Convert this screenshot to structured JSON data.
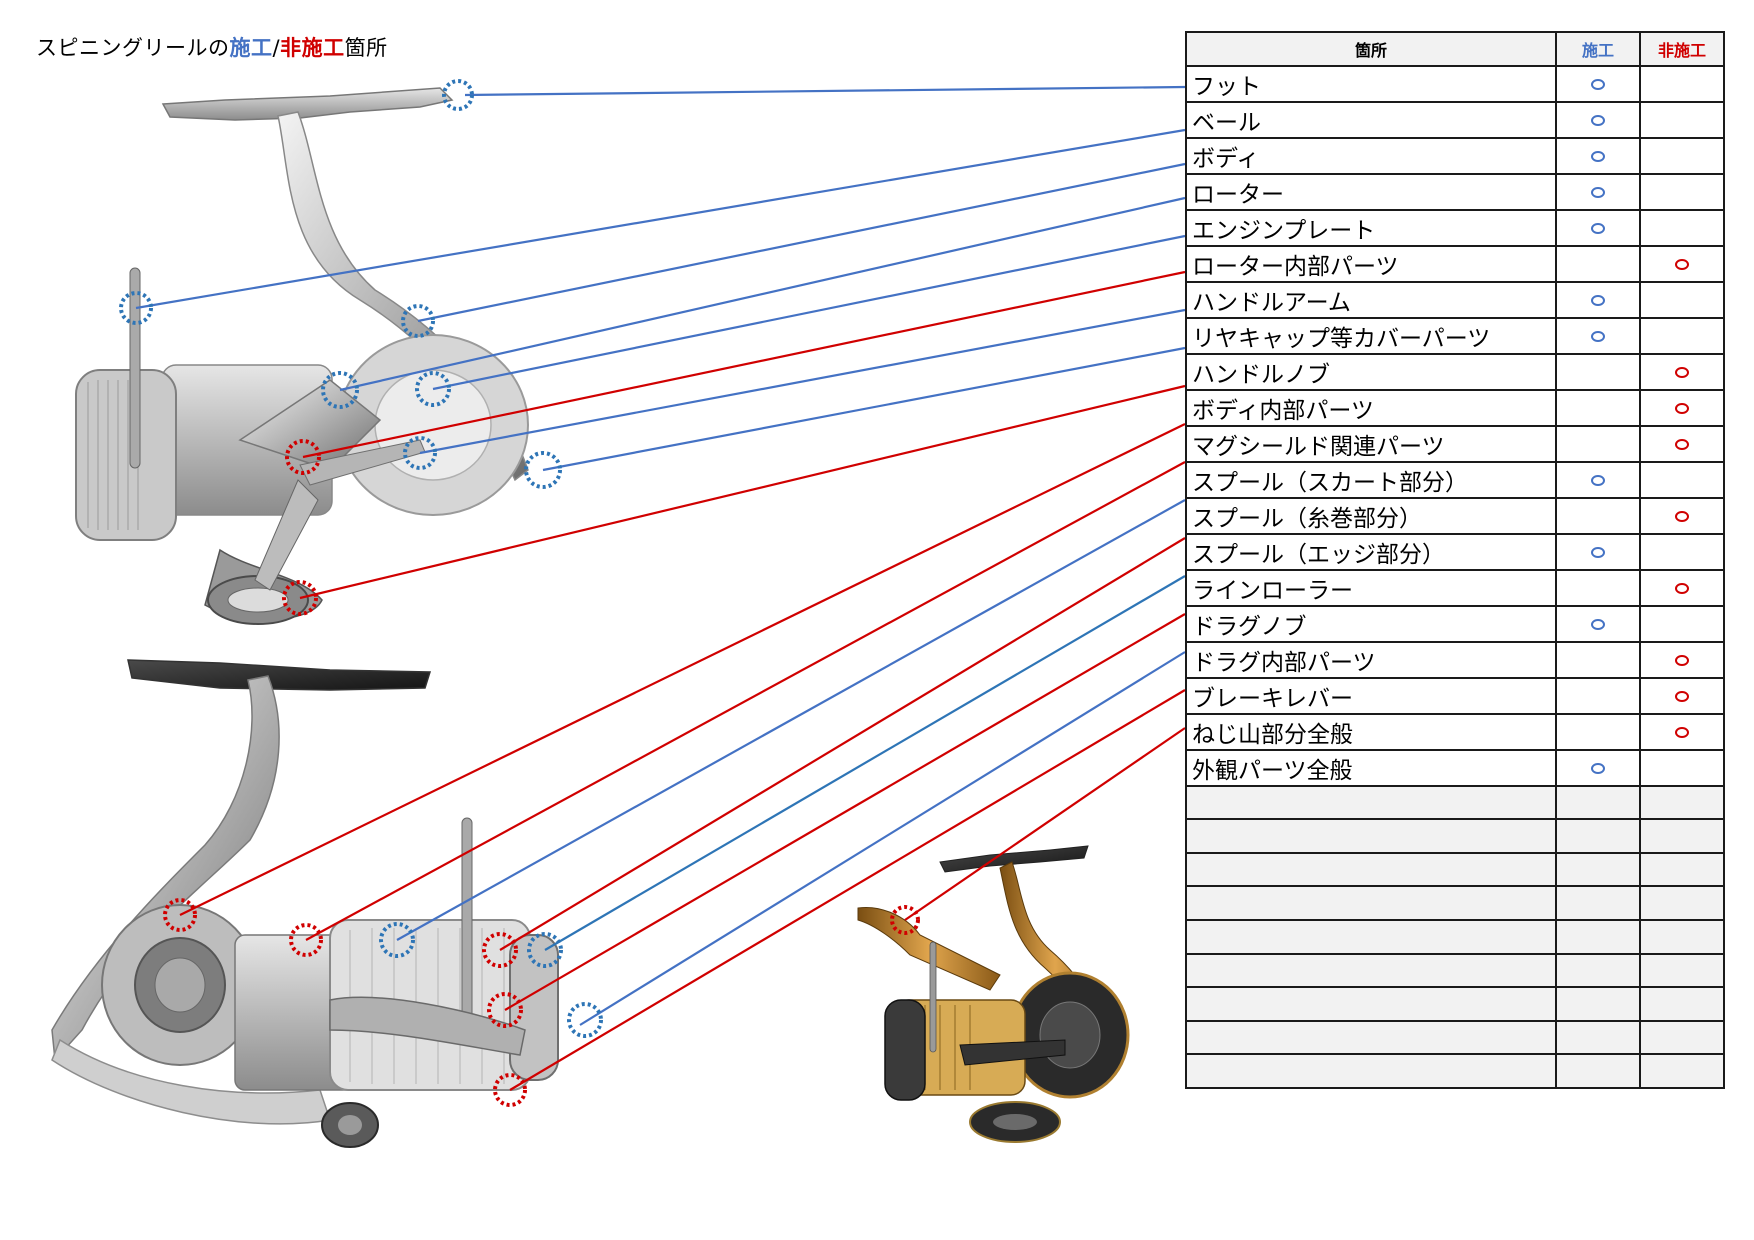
{
  "title": {
    "prefix": "スピニングリールの",
    "applied": "施工",
    "separator": "/",
    "not_applied": "非施工",
    "suffix": "箇所"
  },
  "table": {
    "header": {
      "part": "箇所",
      "applied": "施工",
      "not_applied": "非施工"
    },
    "rows": [
      {
        "part": "フット",
        "applied": true
      },
      {
        "part": "ベール",
        "applied": true
      },
      {
        "part": "ボディ",
        "applied": true
      },
      {
        "part": "ローター",
        "applied": true
      },
      {
        "part": "エンジンプレート",
        "applied": true
      },
      {
        "part": "ローター内部パーツ",
        "applied": false
      },
      {
        "part": "ハンドルアーム",
        "applied": true
      },
      {
        "part": "リヤキャップ等カバーパーツ",
        "applied": true
      },
      {
        "part": "ハンドルノブ",
        "applied": false
      },
      {
        "part": "ボディ内部パーツ",
        "applied": false
      },
      {
        "part": "マグシールド関連パーツ",
        "applied": false
      },
      {
        "part": "スプール（スカート部分）",
        "applied": true
      },
      {
        "part": "スプール（糸巻部分）",
        "applied": false
      },
      {
        "part": "スプール（エッジ部分）",
        "applied": true
      },
      {
        "part": "ラインローラー",
        "applied": false
      },
      {
        "part": "ドラグノブ",
        "applied": true
      },
      {
        "part": "ドラグ内部パーツ",
        "applied": false
      },
      {
        "part": "ブレーキレバー",
        "applied": false
      },
      {
        "part": "ねじ山部分全般",
        "applied": false
      },
      {
        "part": "外観パーツ全般",
        "applied": true
      }
    ],
    "blank_rows": 9
  },
  "legend_colors": {
    "applied": "#4472c4",
    "not_applied": "#d00000"
  },
  "images": [
    "spinning-reel-front",
    "spinning-reel-side",
    "gold-spinning-reel"
  ]
}
